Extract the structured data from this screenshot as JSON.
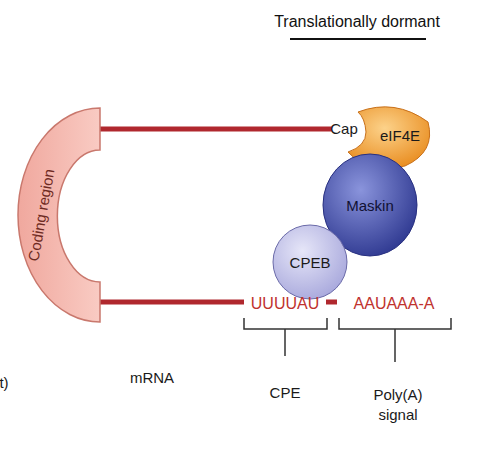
{
  "diagram": {
    "title": "Translationally dormant",
    "nodes": [
      {
        "text": [
          "Coding region"
        ]
      },
      {
        "text": [
          "eIF4E"
        ]
      },
      {
        "text": [
          "Maskin"
        ]
      },
      {
        "text": [
          "CPEB"
        ]
      }
    ],
    "labels": [
      "Cap",
      "UUUUAU",
      "AAUAAA-A",
      "mRNA",
      "CPE",
      "Poly(A) signal",
      "t)"
    ]
  }
}
